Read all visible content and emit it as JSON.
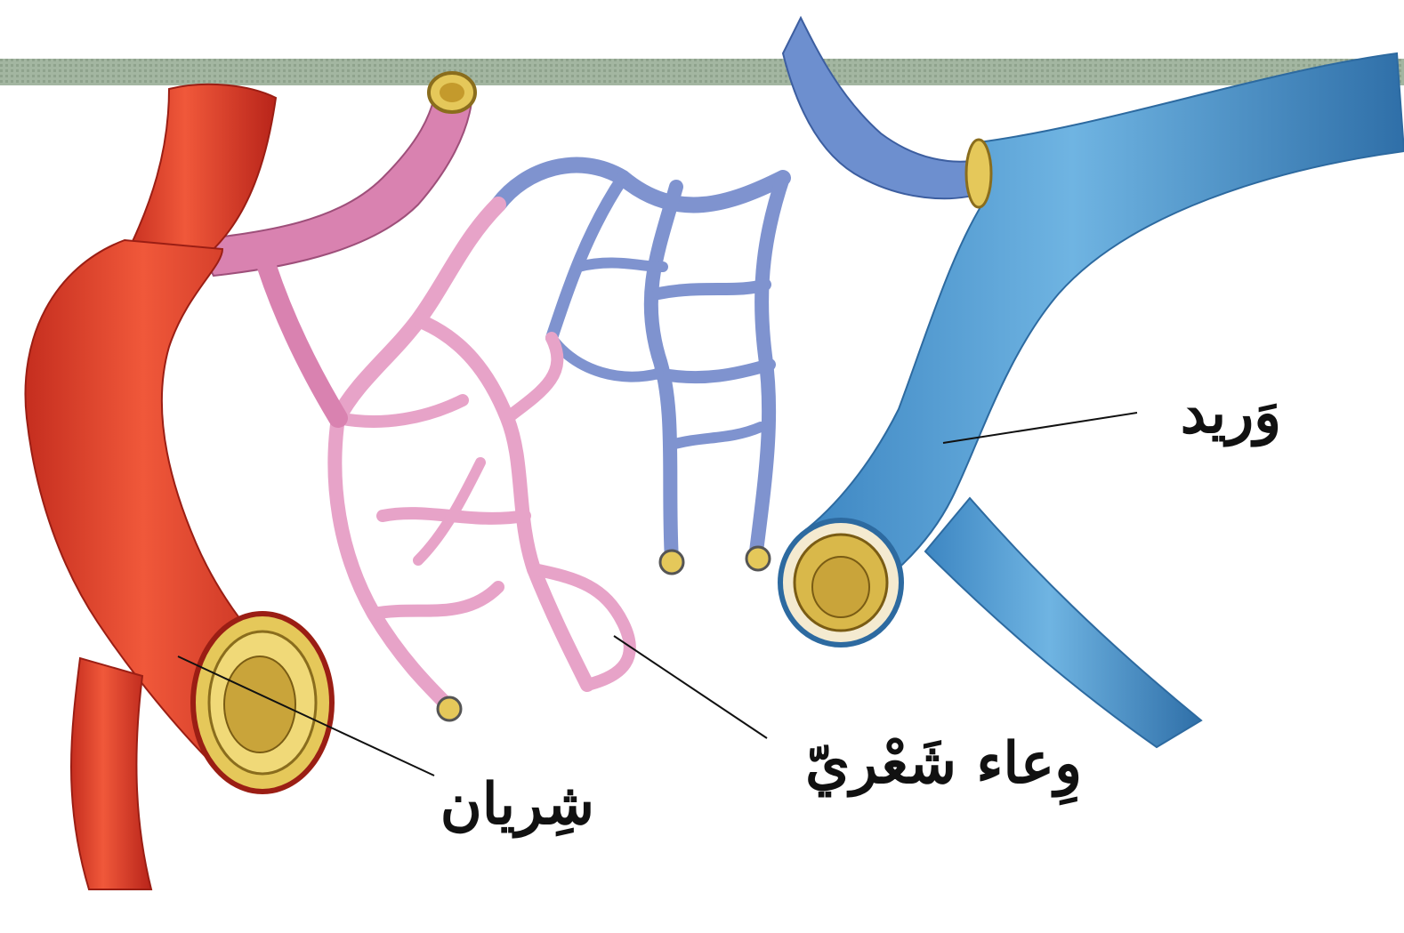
{
  "labels": {
    "vein": "وَريد",
    "capillary": "وِعاء شَعْريّ",
    "artery": "شِريان"
  },
  "colors": {
    "artery": "#e8452d",
    "artery_shade": "#b8241a",
    "arteriole": "#d982b0",
    "capillary_pink": "#e7a3c8",
    "capillary_blue": "#7f93cf",
    "vein": "#4f9fd6",
    "vein_shade": "#2f6fa8",
    "wall_yellow": "#e5c85a",
    "top_bar": "#9fb39e"
  }
}
